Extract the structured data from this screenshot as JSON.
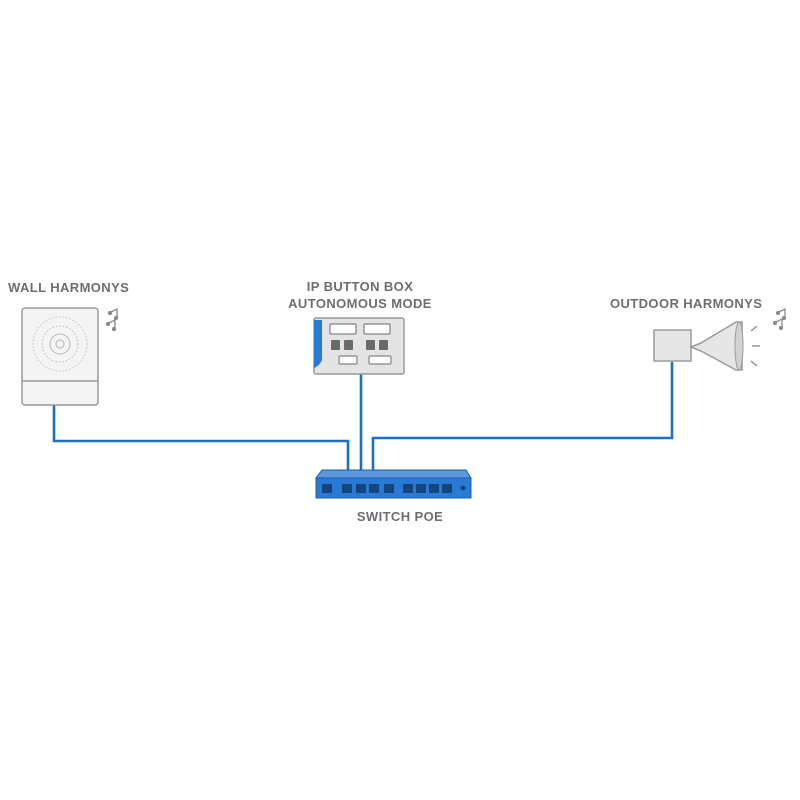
{
  "devices": {
    "wall": {
      "label": "WALL HARMONYS"
    },
    "button_box": {
      "label_line1": "IP BUTTON BOX",
      "label_line2": "AUTONOMOUS MODE"
    },
    "outdoor": {
      "label": "OUTDOOR HARMONYS"
    },
    "switch": {
      "label": "SWITCH POE"
    }
  },
  "colors": {
    "cable": "#1d6fc0",
    "switch_body": "#2a7ad4",
    "text": "#6b6e72"
  }
}
